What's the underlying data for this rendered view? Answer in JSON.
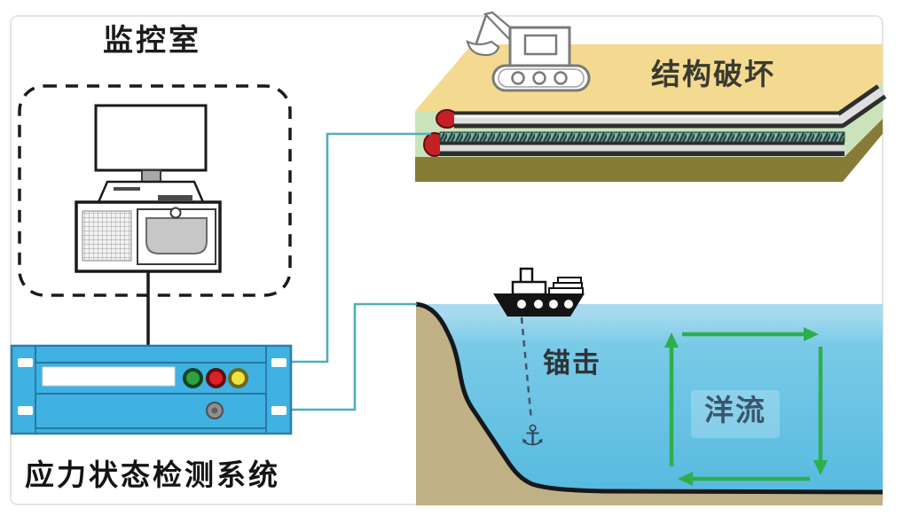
{
  "labels": {
    "monitoring_room": "监控室",
    "detection_system": "应力状态检测系统",
    "structural_damage": "结构破坏",
    "anchor_strike": "锚击",
    "ocean_current": "洋流"
  },
  "icons": {
    "anchor": "⚓"
  },
  "detection_system": {
    "indicator_lights": [
      {
        "name": "green",
        "fill": "#2FA043",
        "ring": "#16421D"
      },
      {
        "name": "red",
        "fill": "#DD2026",
        "ring": "#5E0F12"
      },
      {
        "name": "yellow",
        "fill": "#EBE43F",
        "ring": "#6E6716"
      }
    ],
    "body_color": "#3FB1E3"
  },
  "colors": {
    "connection_line": "#4FAFBA",
    "current_arrows": "#2FAE4C",
    "land_top": "#F3DA90",
    "trench_green": "#CBE3BA",
    "land_base": "#877C36",
    "seabed": "#BFB185",
    "water_surface": "#A7DAEE",
    "water_deep": "#55B9DF",
    "cable_end_cap": "#C42127",
    "submarine_cable": "#14181D"
  }
}
